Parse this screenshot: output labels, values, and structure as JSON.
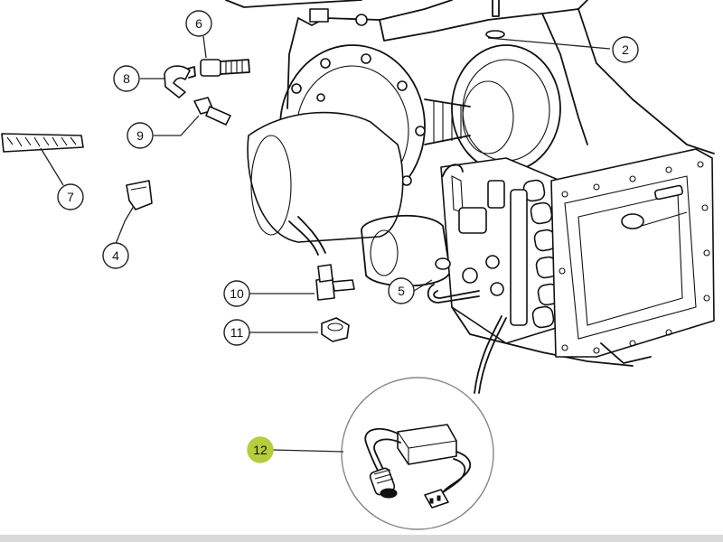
{
  "colors": {
    "highlight": "#b5cc3c",
    "line": "#111111",
    "background": "#ffffff"
  },
  "callouts": [
    {
      "id": "c1",
      "label": "2"
    },
    {
      "id": "c2",
      "label": "6"
    },
    {
      "id": "c3",
      "label": "8"
    },
    {
      "id": "c4",
      "label": "9"
    },
    {
      "id": "c5",
      "label": "7"
    },
    {
      "id": "c6",
      "label": "4"
    },
    {
      "id": "c7",
      "label": "10"
    },
    {
      "id": "c8",
      "label": "5"
    },
    {
      "id": "c9",
      "label": "11"
    },
    {
      "id": "c10",
      "label": "12",
      "highlighted": true
    }
  ]
}
